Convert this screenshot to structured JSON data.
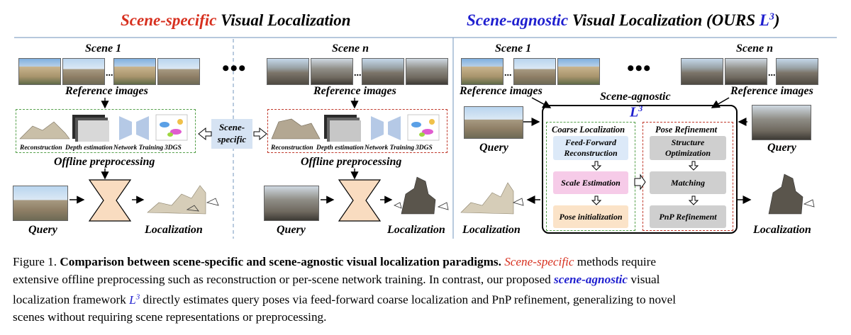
{
  "headers": {
    "left_colored": "Scene-specific",
    "left_rest": "Visual Localization",
    "right_colored": "Scene-agnostic",
    "right_rest": "Visual Localization (OURS ",
    "right_l3": "L",
    "right_sup": "3",
    "right_close": ")"
  },
  "left_panel": {
    "scene1": "Scene 1",
    "scenen": "Scene n",
    "ellipsis": "•••",
    "thumb_ellipsis": "...",
    "reference_images": "Reference images",
    "pipeline_labels": [
      "Reconstruction",
      "Depth estimation",
      "Network Training",
      "3DGS"
    ],
    "scene_specific_tag": [
      "Scene-",
      "specific"
    ],
    "offline_preprocessing": "Offline preprocessing",
    "query": "Query",
    "localization": "Localization"
  },
  "right_panel": {
    "scene1": "Scene 1",
    "scenen": "Scene n",
    "ellipsis": "•••",
    "thumb_ellipsis": "...",
    "reference_images": "Reference images",
    "scene_agnostic": "Scene-agnostic",
    "l3": "L",
    "l3_sup": "3",
    "coarse_title": "Coarse Localization",
    "coarse_steps": [
      "Feed-Forward Reconstruction",
      "Scale Estimation",
      "Pose initialization"
    ],
    "refine_title": "Pose Refinement",
    "refine_steps": [
      "Structure Optimization",
      "Matching",
      "PnP Refinement"
    ],
    "query": "Query",
    "localization": "Localization"
  },
  "caption": {
    "fig": "Figure 1.",
    "bold": "Comparison between scene-specific and scene-agnostic visual localization paradigms.",
    "red_term": "Scene-specific",
    "line1_tail": "methods require",
    "line2_pre": "extensive offline preprocessing such as reconstruction or per-scene network training.  In contrast, our proposed",
    "blue_term": "scene-agnostic",
    "line2_tail": "visual",
    "line3_pre": "localization framework",
    "l3": "L",
    "l3_sup": "3",
    "line3_tail": "directly estimates query poses via feed-forward coarse localization and PnP refinement, generalizing to novel",
    "line4": "scenes without requiring scene representations or preprocessing."
  },
  "colors": {
    "red": "#d7301f",
    "blue": "#1f1fcf",
    "green_dash": "#55a04a",
    "red_dash": "#c0392b",
    "step_blue": "#dce9f8",
    "step_pink": "#f6cbe8",
    "step_peach": "#fbe3c8",
    "step_gray": "#cfcfcf",
    "network": "#f9dcc0"
  }
}
